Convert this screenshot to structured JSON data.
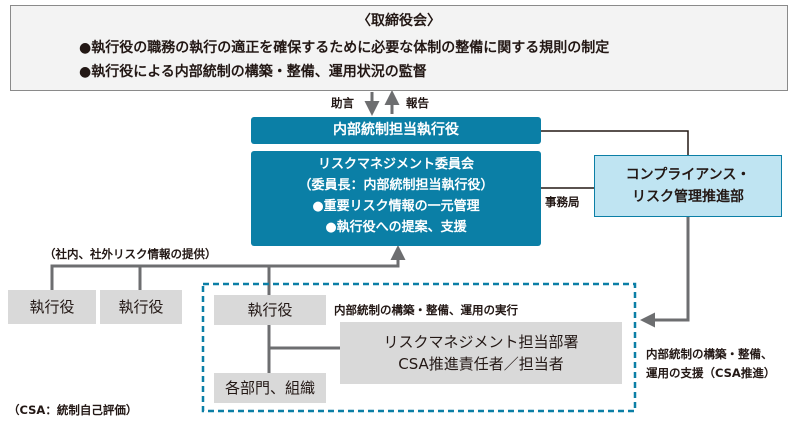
{
  "board": {
    "title": "〈取締役会〉",
    "items": [
      "●執行役の職務の執行の適正を確保するために必要な体制の整備に関する規則の制定",
      "●執行役による内部統制の構築・整備、運用状況の監督"
    ]
  },
  "arrows": {
    "advice": "助言",
    "report": "報告"
  },
  "naibu_officer": "内部統制担当執行役",
  "committee": {
    "lines": [
      "リスクマネジメント委員会",
      "（委員長：内部統制担当執行役）",
      "●重要リスク情報の一元管理",
      "●執行役への提案、支援"
    ]
  },
  "secretariat": "事務局",
  "compliance": {
    "lines": [
      "コンプライアンス・",
      "リスク管理推進部"
    ]
  },
  "info_label": "（社内、社外リスク情報の提供）",
  "exec_left_1": "執行役",
  "exec_left_2": "執行役",
  "exec_main": "執行役",
  "implementation_label": "内部統制の構築・整備、運用の実行",
  "rm_dept": {
    "lines": [
      "リスクマネジメント担当部署",
      "CSA推進責任者／担当者"
    ]
  },
  "divisions": "各部門、組織",
  "support_label": {
    "lines": [
      "内部統制の構築・整備、",
      "運用の支援（CSA推進）"
    ]
  },
  "footnote": "（CSA：統制自己評価）",
  "colors": {
    "teal": "#0b7fa6",
    "light_blue": "#bfe4f2",
    "gray_box": "#d9d9d9",
    "line_gray": "#6d6e70",
    "black_line": "#231815"
  }
}
